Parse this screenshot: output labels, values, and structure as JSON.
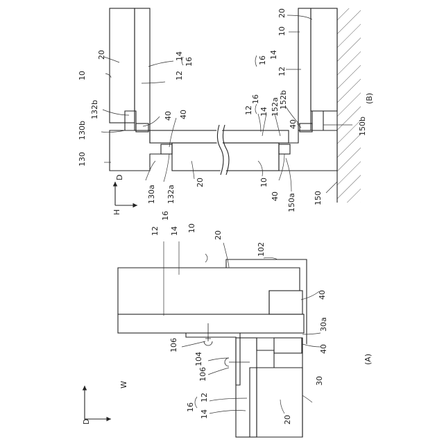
{
  "figure": {
    "panel_a": {
      "caption": "(A)",
      "axis": {
        "d": "D",
        "w": "W"
      },
      "labels": {
        "p10": "10",
        "p12": "12",
        "p14": "14",
        "p16": "16",
        "p20": "20",
        "p102": "102",
        "p40a": "40",
        "p40b": "40",
        "p30a": "30a",
        "p106a": "106",
        "p104": "104",
        "p106b": "106",
        "p30": "30",
        "p20b": "20",
        "p16b": "16",
        "p12b": "12",
        "p14b": "14"
      }
    },
    "panel_b": {
      "caption": "(B)",
      "axis": {
        "d": "D",
        "h": "H"
      },
      "labels": {
        "p20a": "20",
        "p10a": "10",
        "p132b": "132b",
        "p130b": "130b",
        "p130": "130",
        "p14a": "14",
        "p12a": "12",
        "p16a": "16",
        "p40a": "40",
        "p40b": "40",
        "p130a": "130a",
        "p132a": "132a",
        "p20b": "20",
        "p10b": "10",
        "p16b": "16",
        "p12b": "12",
        "p14b": "14",
        "p152a": "152a",
        "p152b": "152b",
        "p40c": "40",
        "p40d": "40",
        "p150a": "150a",
        "p150": "150",
        "p150b": "150b",
        "p16c": "16",
        "p12c": "12",
        "p14c": "14",
        "p10c": "10",
        "p20c": "20"
      }
    }
  }
}
